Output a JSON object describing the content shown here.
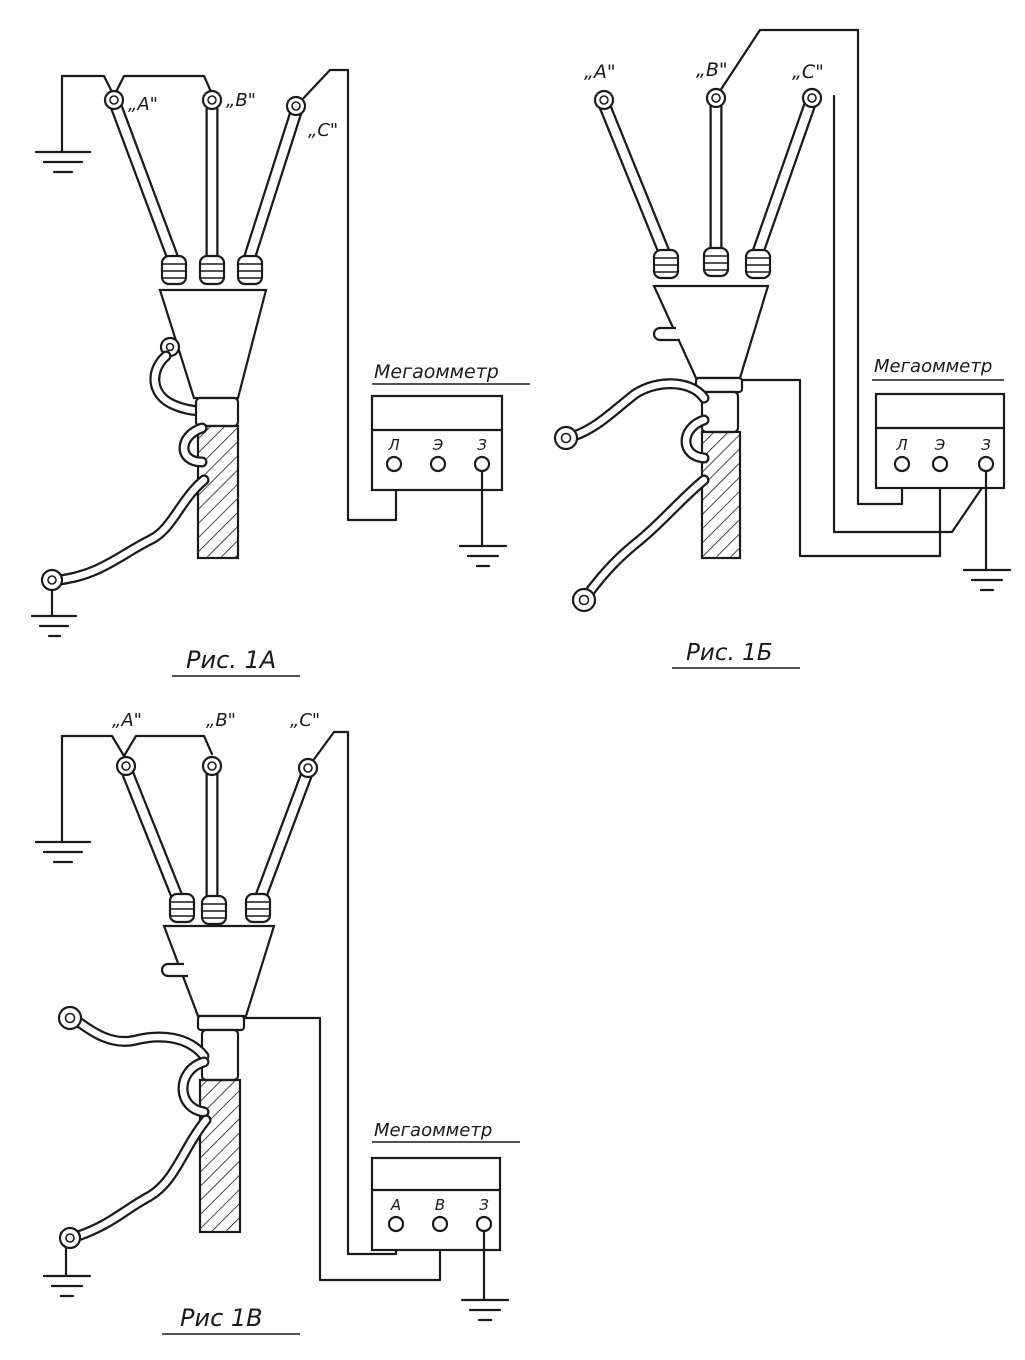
{
  "figures": [
    {
      "caption": "Рис. 1А",
      "phase_labels": [
        "„А\"",
        "„В\"",
        "„С\""
      ],
      "meter": {
        "title": "Мегаомметр",
        "terminals": [
          "Л",
          "Э",
          "З"
        ]
      }
    },
    {
      "caption": "Рис. 1Б",
      "phase_labels": [
        "„А\"",
        "„В\"",
        "„С\""
      ],
      "meter": {
        "title": "Мегаомметр",
        "terminals": [
          "Л",
          "Э",
          "З"
        ]
      }
    },
    {
      "caption": "Рис 1В",
      "phase_labels": [
        "„А\"",
        "„В\"",
        "„С\""
      ],
      "meter": {
        "title": "Мегаомметр",
        "terminals": [
          "А",
          "В",
          "З"
        ]
      }
    }
  ],
  "colors": {
    "ink": "#1a1a1a",
    "paper": "#ffffff"
  }
}
